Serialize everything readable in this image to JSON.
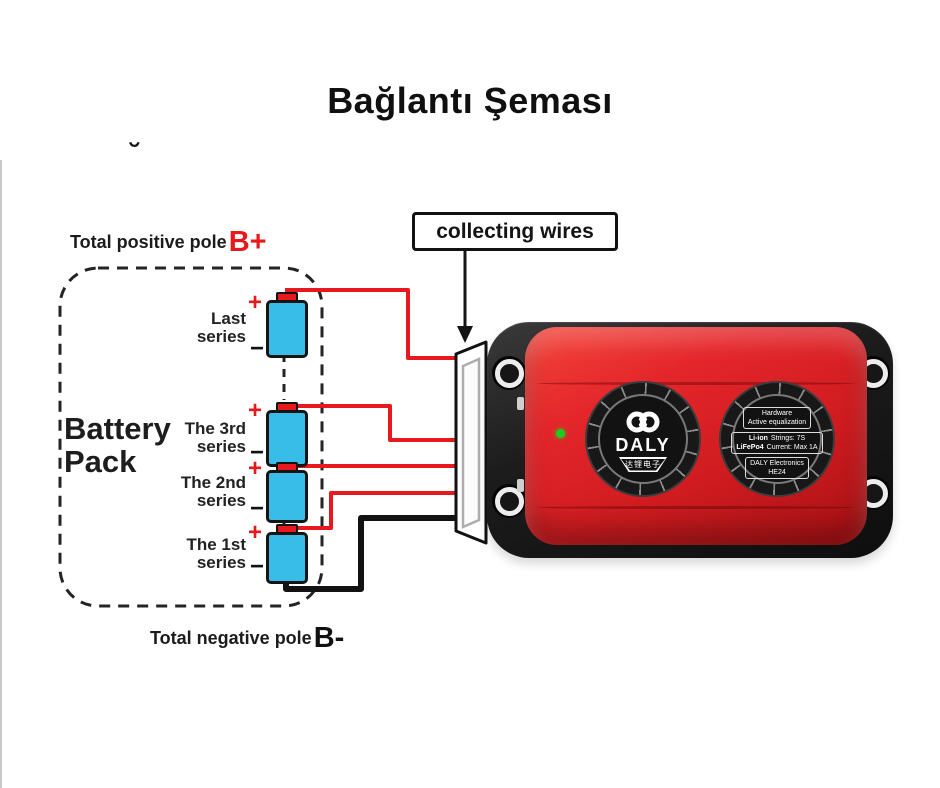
{
  "title": "Bağlantı Şeması",
  "artifact_mark": "˘",
  "diagram": {
    "collecting_wires_label": "collecting wires",
    "total_positive_label": "Total positive pole",
    "total_positive_pole": "B+",
    "total_negative_label": "Total negative pole",
    "total_negative_pole": "B-",
    "pack_line1": "Battery",
    "pack_line2": "Pack",
    "plus_sign": "+",
    "minus_sign": "−",
    "cells": [
      {
        "line1": "Last",
        "line2": "series"
      },
      {
        "line1": "The 3rd",
        "line2": "series"
      },
      {
        "line1": "The 2nd",
        "line2": "series"
      },
      {
        "line1": "The 1st",
        "line2": "series"
      }
    ],
    "colors": {
      "wire_positive": "#e8191d",
      "wire_negative": "#111111",
      "cell_fill": "#38bce8",
      "pole_positive_text": "#e8191d"
    }
  },
  "device": {
    "brand": "DALY",
    "brand_badge": "达锂电子",
    "led_color": "#1ecb1e",
    "body_color": "#d6201f",
    "label": {
      "line1": "Hardware",
      "line2": "Active equalization",
      "spec1_name": "Li-ion",
      "spec1_value": "Strings: 7S",
      "spec2_name": "LiFePo4",
      "spec2_value": "Current: Max 1A",
      "maker": "DALY Electronics",
      "model": "HE24"
    }
  }
}
